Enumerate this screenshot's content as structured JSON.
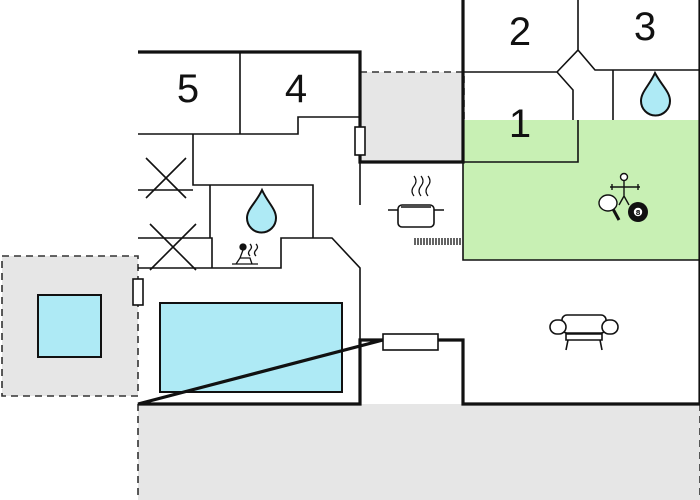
{
  "floorplan": {
    "rooms": [
      {
        "id": "room-1",
        "label": "1"
      },
      {
        "id": "room-2",
        "label": "2"
      },
      {
        "id": "room-3",
        "label": "3"
      },
      {
        "id": "room-4",
        "label": "4"
      },
      {
        "id": "room-5",
        "label": "5"
      }
    ],
    "icons": [
      "water-drop-icon",
      "water-drop-icon",
      "cooking-pot-icon",
      "table-football-icon",
      "table-tennis-icon",
      "billiard-ball-icon",
      "sauna-icon",
      "sofa-icon",
      "cross-mark-icon"
    ],
    "billiard_ball_number": "8",
    "colors": {
      "wall": "#111111",
      "outdoor": "#e6e6e6",
      "pool_water": "#aeeaf5",
      "game_room": "#c8f0b4"
    }
  }
}
